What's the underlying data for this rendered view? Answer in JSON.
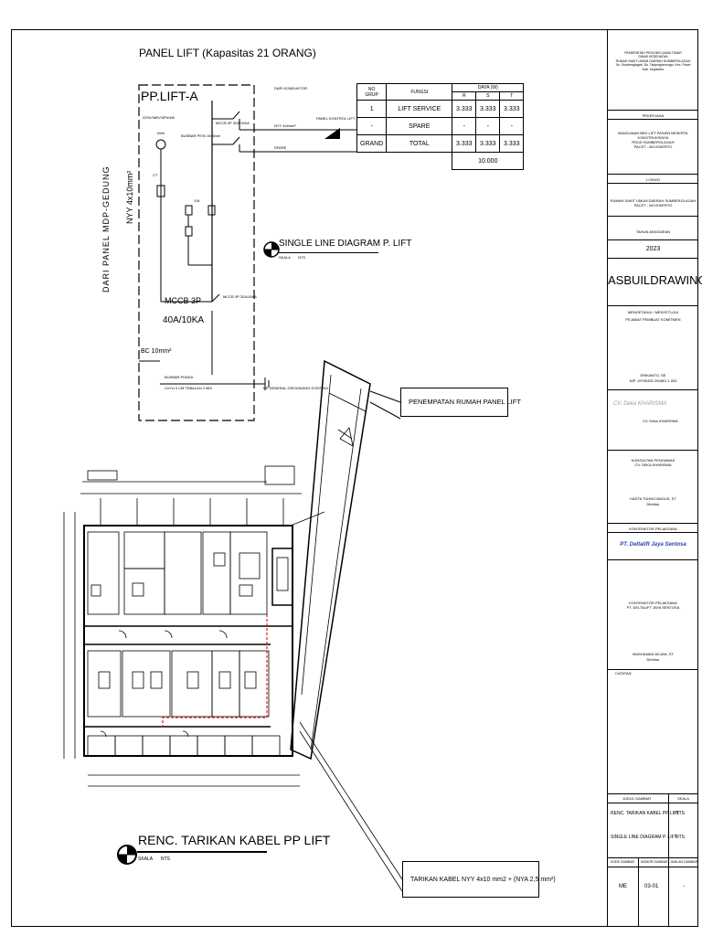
{
  "panel": {
    "heading": "PANEL LIFT (Kapasitas 21 ORANG)",
    "name": "PP.LIFT-A",
    "supply": "220V/380V/3Ph/4W",
    "breaker_main": "MCCB 3P",
    "breaker_main_rating": "40A/10KA",
    "kabel": "BC 10mm²",
    "feeder_vertical": "DARI PANEL MDP-GEDUNG",
    "feeder_cable": "NYY 4x10mm²",
    "busbar": "BUSBAR PHASA",
    "busbar_rating": "CuYxl 3 CM TEBALAN 2 MM",
    "busbar_pe": "BUSBAR PE/N 15x5mm",
    "grounding": "KE GENERAL GROUNDING EXISTING",
    "kabel_konduktor": "DARI KONDUKTOR",
    "pv_label": "PANEL KONTROL LIFT",
    "mccb_label": "MCCB 3P 32A/10KA",
    "nyy_label": "NYY 4x6mm²",
    "spare": "SPARE",
    "kwh": "kWh",
    "ct": "CT",
    "va": "V/A"
  },
  "loads": {
    "col_no": "NO",
    "col_group": "GRUP",
    "col_fungsi": "FUNGSI",
    "col_daya": "DAYA (W)",
    "phases": [
      "R",
      "S",
      "T"
    ],
    "rows": [
      {
        "no": "1",
        "fungsi": "LIFT SERVICE",
        "r": "3.333",
        "s": "3.333",
        "t": "3.333"
      },
      {
        "no": "-",
        "fungsi": "SPARE",
        "r": "-",
        "s": "-",
        "t": "-"
      },
      {
        "no": "GRAND",
        "fungsi": "TOTAL",
        "r": "3.333",
        "s": "3.333",
        "t": "3.333"
      }
    ],
    "grand_total": "10.000"
  },
  "sld": {
    "title": "SINGLE LINE DIAGRAM P. LIFT",
    "skala": "SKALA",
    "nts": "NTS"
  },
  "callouts": {
    "penempatan": "PENEMPATAN RUMAH PANEL LIFT",
    "tarikan": "TARIKAN KABEL NYY 4x10 mm2 + (NYA 2,5 mm²)"
  },
  "plan": {
    "title": "RENC. TARIKAN KABEL PP LIFT",
    "skala": "SKALA",
    "nts": "NTS"
  },
  "title_block": {
    "owner_lines": [
      "PEMERINTAH PROVINSI JAWA TIMUR",
      "DINAS KESEHATAN",
      "RUMAH SAKIT UMUM DAERAH SUMBERGLAGAH",
      "Jln. Sumberglagah, Ds. Tanjungkenongo, Kec. Pacet",
      "Kab. Mojokerto"
    ],
    "pekerjaan_label": "PEKERJAAN",
    "pekerjaan": [
      "BANGUNAN BED LIFT PASIEN BESERTA",
      "KONSTRUKSINYA",
      "RSUD SUMBERGLAGAH",
      "PACET - MOJOKERTO"
    ],
    "lokasi_label": "LOKASI",
    "lokasi": [
      "RUMAH SAKIT UMUM DAERAH SUMBERGLAGAH",
      "PACET - MOJOKERTO"
    ],
    "tahun_label": "TAHUN ANGGARAN",
    "tahun": "2023",
    "status": "ASBUILDRAWING",
    "mengetahui": "MENGETAHUI / MENYETUJUI",
    "ppk": "PEJABAT PEMBUAT KOMITMEN",
    "ppk_name": "ERIKANTO, SE",
    "ppk_nip": "NIP. 19750330 200801 1 003",
    "sig_firm": "CV. Deka KHARISMA",
    "konsultan_label": [
      "KONSULTAN PENGAWAS",
      "CV. DEKA KHARISMA"
    ],
    "konsultan_person": "HASTA TUHNO BAGUS, ST",
    "konsultan_role": "Direktur",
    "kontraktor_label": "KONTRAKTOR PELAKSANA",
    "kontraktor_logo": "PT. Deltalift Jaya Sentosa",
    "kontraktor_name": [
      "KONTRAKTOR PELAKSANA",
      "PT. DELTALIFT JAYA SENTOSA"
    ],
    "kontraktor_person": "MUKHAMAD ADJAN, ST",
    "kontraktor_role": "Direktur",
    "catatan": "CATATAN",
    "judul_label": "JUDUL GAMBAR",
    "skala_label": "SKALA",
    "judul_rows": [
      {
        "title": "RENC. TARIKAN KABEL PP LIFT",
        "skala": "NTS"
      },
      {
        "title": "SINGLE LINE DIAGRAM P. LIFT",
        "skala": "NTS"
      }
    ],
    "kode_label": "KODE GAMBAR",
    "nomor_label": "NOMOR GAMBAR",
    "jumlah_label": "JUMLAH GAMBAR",
    "kode": "ME",
    "nomor": "03-01",
    "jumlah": "-"
  }
}
